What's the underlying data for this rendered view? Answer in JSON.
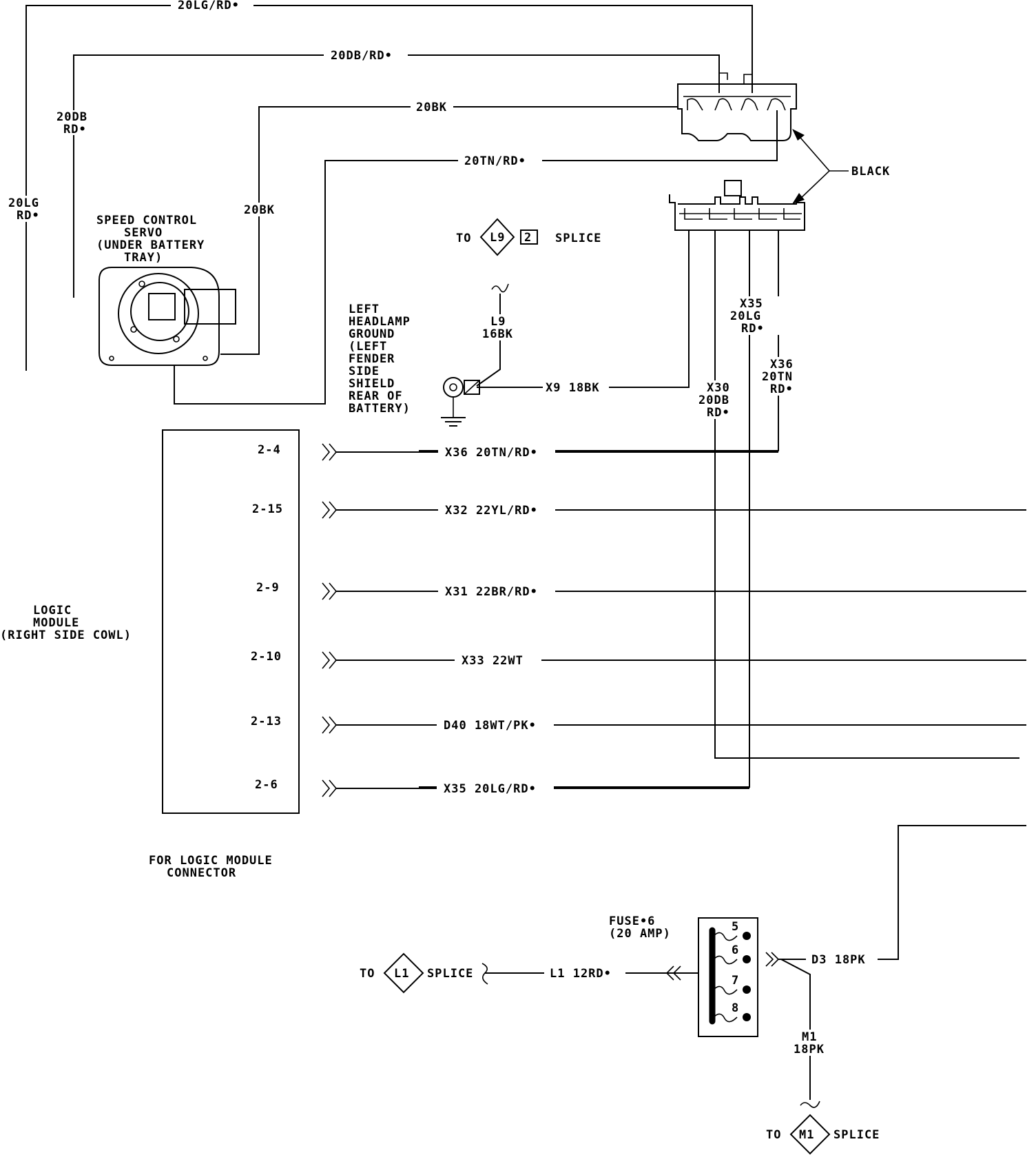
{
  "wires": {
    "top1": "20LG/RD•",
    "top2": "20DB/RD•",
    "top3": "20BK",
    "top4": "20TN/RD•",
    "left_db": [
      "20DB",
      "RD•"
    ],
    "left_lg": [
      "20LG",
      "RD•"
    ],
    "mid_bk": "20BK",
    "x9": "X9  18BK",
    "l9": [
      "L9",
      "16BK"
    ],
    "x35v": [
      "X35",
      "20LG",
      "RD•"
    ],
    "x36v": [
      "X36",
      "20TN",
      "RD•"
    ],
    "x30v": [
      "X30",
      "20DB",
      "RD•"
    ],
    "d3": "D3  18PK",
    "l1": "L1  12RD•",
    "m1": [
      "M1",
      "18PK"
    ]
  },
  "labels": {
    "black": "BLACK",
    "servo": [
      "SPEED  CONTROL",
      "SERVO",
      "(UNDER  BATTERY",
      "TRAY)"
    ],
    "headlamp_ground": [
      "LEFT",
      "HEADLAMP",
      "GROUND",
      "(LEFT",
      "FENDER",
      "SIDE",
      "SHIELD",
      "REAR  OF",
      "BATTERY)"
    ],
    "logic_module": [
      "LOGIC",
      "MODULE",
      "(RIGHT  SIDE  COWL)"
    ],
    "connector_note": [
      "FOR  LOGIC  MODULE",
      "CONNECTOR"
    ],
    "fuse": [
      "FUSE•6",
      "(20  AMP)"
    ]
  },
  "splices": {
    "to": "TO",
    "word": "SPLICE",
    "l9_id": "L9",
    "l9_num": "2",
    "l1_id": "L1",
    "m1_id": "M1"
  },
  "logic_pins": [
    {
      "pin": "2-4",
      "wire": "X36  20TN/RD•"
    },
    {
      "pin": "2-15",
      "wire": "X32  22YL/RD•"
    },
    {
      "pin": "2-9",
      "wire": "X31  22BR/RD•"
    },
    {
      "pin": "2-10",
      "wire": "X33  22WT"
    },
    {
      "pin": "2-13",
      "wire": "D40  18WT/PK•"
    },
    {
      "pin": "2-6",
      "wire": "X35  20LG/RD•"
    }
  ],
  "fuse_slots": [
    "5",
    "6",
    "7",
    "8"
  ]
}
